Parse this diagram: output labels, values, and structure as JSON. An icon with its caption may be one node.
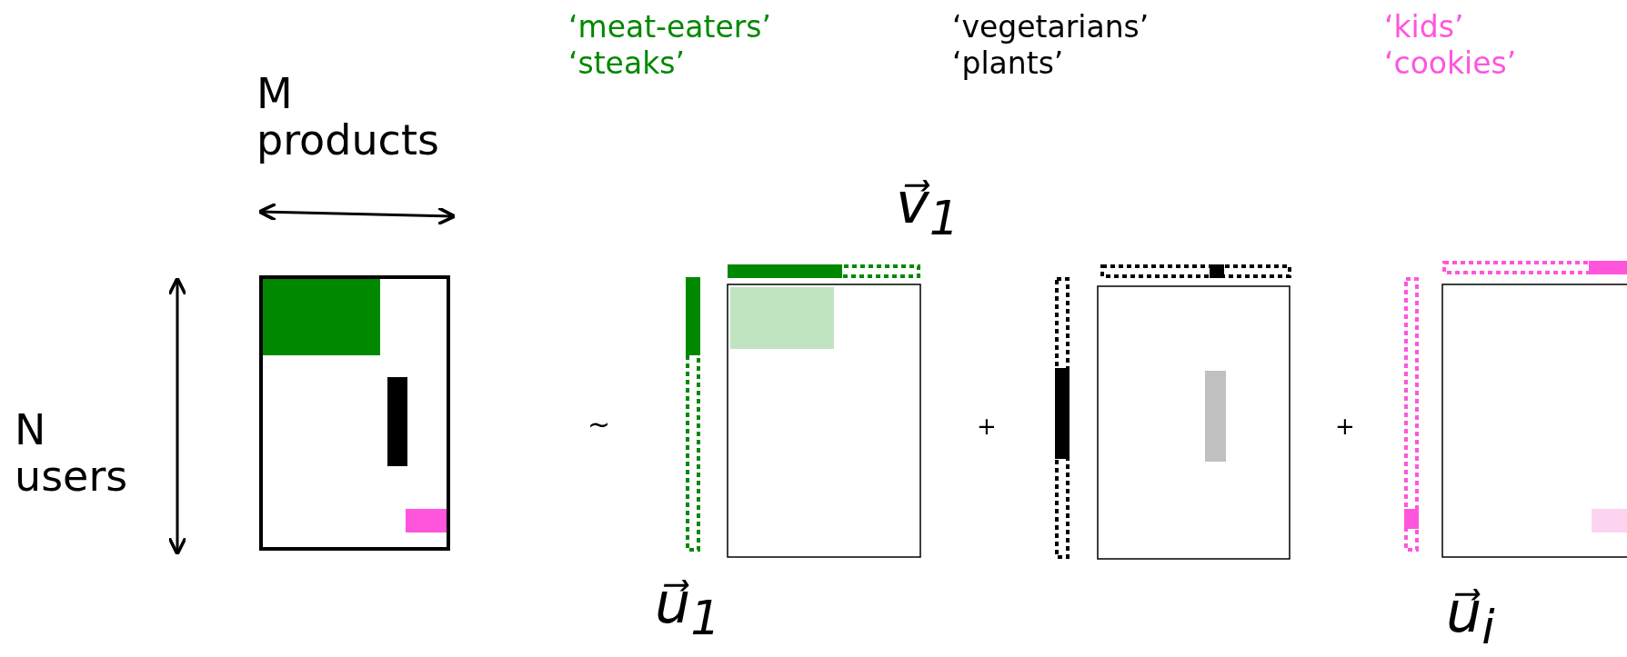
{
  "diagram": {
    "labels": [
      "‘meat-eaters’",
      "‘steaks’",
      "‘vegetarians’",
      "‘plants’",
      "‘kids’",
      "‘cookies’",
      "M products",
      "v⃗$_{1}$",
      "N users",
      "~",
      "+",
      "+",
      "u⃗$_{1}$",
      "u⃗$_{i}$"
    ]
  }
}
